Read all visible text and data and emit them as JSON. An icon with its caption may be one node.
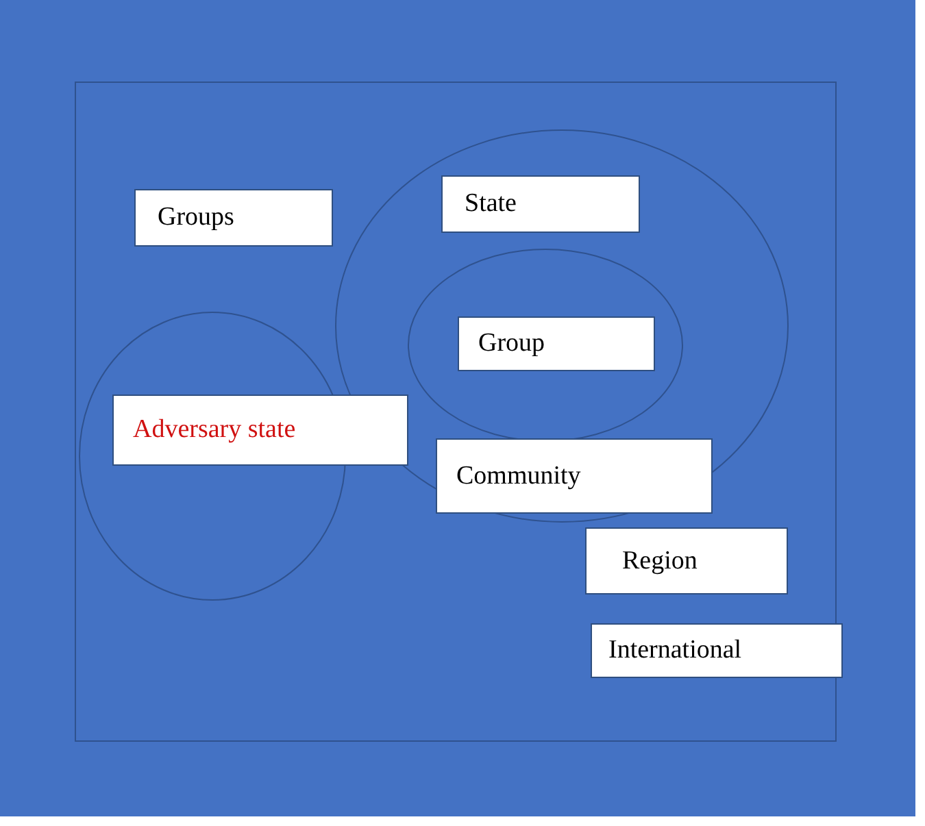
{
  "diagram": {
    "nodes": [
      {
        "text": [
          "Groups"
        ]
      },
      {
        "text": [
          "State"
        ]
      },
      {
        "text": [
          "Group"
        ]
      },
      {
        "text": [
          "Adversary state"
        ]
      },
      {
        "text": [
          "Community"
        ]
      },
      {
        "text": [
          "Region"
        ]
      },
      {
        "text": [
          "International"
        ]
      }
    ]
  }
}
